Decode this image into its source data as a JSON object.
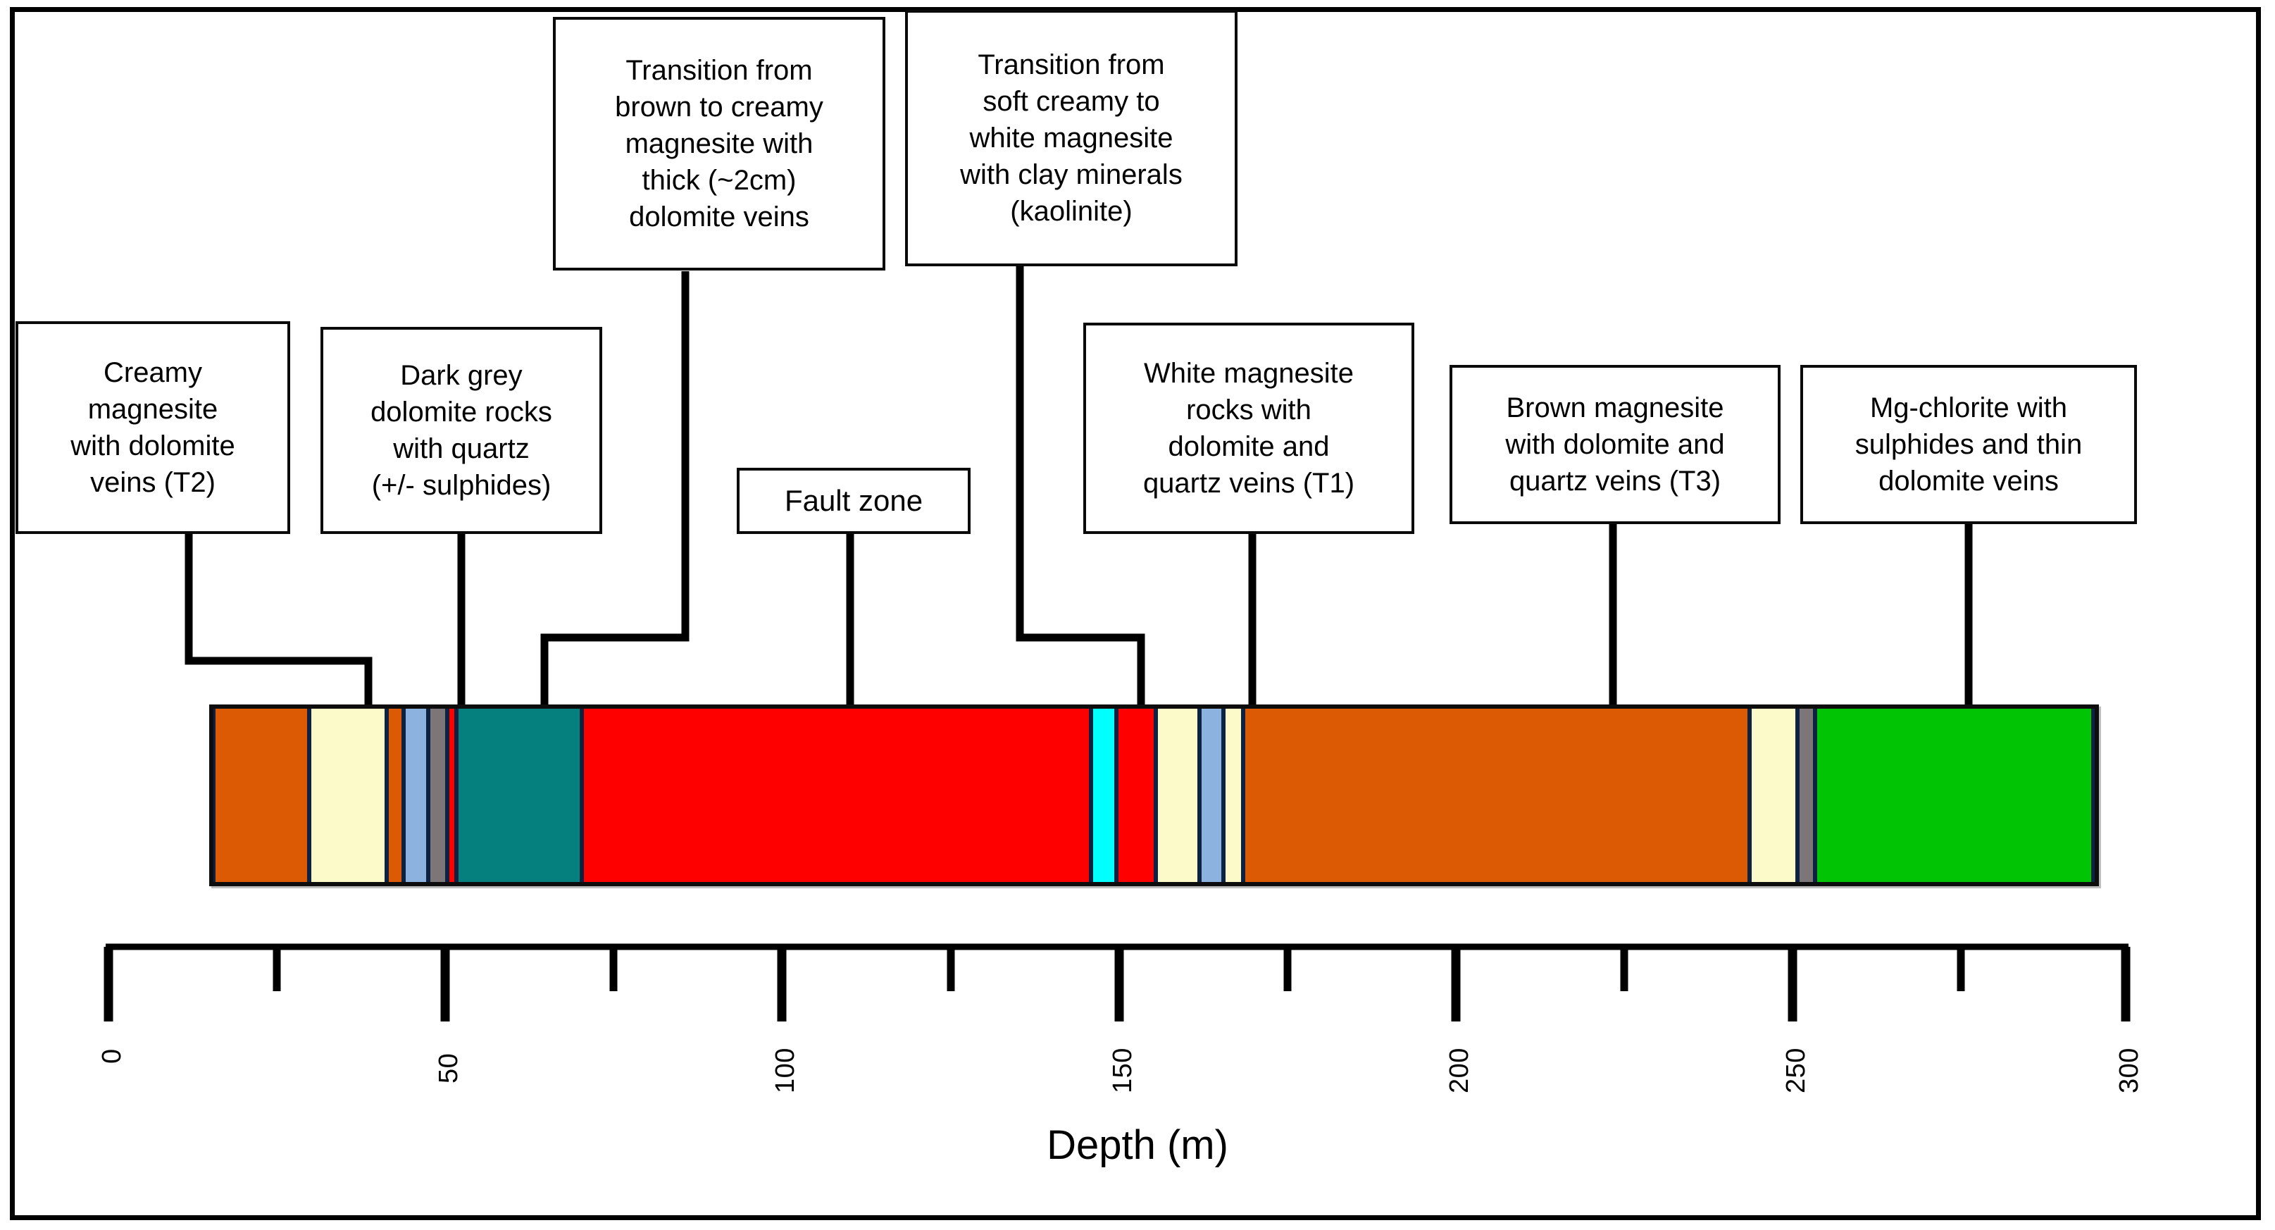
{
  "figure": {
    "axis_title": "Depth (m)"
  },
  "chart_data": {
    "type": "bar",
    "title": "Borehole lithology log",
    "xlabel": "Depth (m)",
    "ylabel": "",
    "xlim": [
      0,
      300
    ],
    "grid": false,
    "legend": "none",
    "axis": {
      "major_ticks": [
        0,
        50,
        100,
        150,
        200,
        250,
        300
      ],
      "major_tick_labels": [
        "0",
        "50",
        "100",
        "150",
        "200",
        "250",
        "300"
      ],
      "minor_ticks": [
        25,
        75,
        125,
        175,
        225,
        275
      ],
      "tick_label_rotation": -90
    },
    "orientation": "horizontal-strip",
    "segments": [
      {
        "name": "brown-magnesite",
        "color": "#DD5A04",
        "start_m": 0.0,
        "end_m": 15.3
      },
      {
        "name": "creamy-magnesite",
        "color": "#FCFAC8",
        "start_m": 15.3,
        "end_m": 27.6
      },
      {
        "name": "brown-magnesite",
        "color": "#DD5A04",
        "start_m": 27.6,
        "end_m": 30.3
      },
      {
        "name": "blue-dolomite",
        "color": "#8CB2E0",
        "start_m": 30.3,
        "end_m": 34.3
      },
      {
        "name": "dark-grey-dolomite",
        "color": "#7C7679",
        "start_m": 34.3,
        "end_m": 37.3
      },
      {
        "name": "fault-zone",
        "color": "#FF0000",
        "start_m": 37.3,
        "end_m": 38.7
      },
      {
        "name": "teal-unit",
        "color": "#06807F",
        "start_m": 38.7,
        "end_m": 58.8
      },
      {
        "name": "fault-zone",
        "color": "#FF0000",
        "start_m": 58.8,
        "end_m": 140.0
      },
      {
        "name": "white-magnesite",
        "color": "#00FFFF",
        "start_m": 140.0,
        "end_m": 144.0
      },
      {
        "name": "fault-zone",
        "color": "#FF0000",
        "start_m": 144.0,
        "end_m": 150.3
      },
      {
        "name": "creamy-magnesite",
        "color": "#FCFAC8",
        "start_m": 150.3,
        "end_m": 157.2
      },
      {
        "name": "blue-dolomite",
        "color": "#8CB2E0",
        "start_m": 157.2,
        "end_m": 161.1
      },
      {
        "name": "creamy-magnesite",
        "color": "#FCFAC8",
        "start_m": 161.1,
        "end_m": 164.2
      },
      {
        "name": "brown-magnesite",
        "color": "#DD5A04",
        "start_m": 164.2,
        "end_m": 245.0
      },
      {
        "name": "creamy-magnesite",
        "color": "#FCFAC8",
        "start_m": 245.0,
        "end_m": 252.6
      },
      {
        "name": "dark-grey-dolomite",
        "color": "#7C7679",
        "start_m": 252.6,
        "end_m": 255.4
      },
      {
        "name": "mg-chlorite",
        "color": "#00C404",
        "start_m": 255.4,
        "end_m": 299.8
      }
    ],
    "annotations": [
      {
        "id": "creamy-t2",
        "text": "Creamy magnesite with dolomite veins (T2)",
        "target_m": 21.0
      },
      {
        "id": "dark-grey",
        "text": "Dark grey dolomite rocks with quartz (+/- sulphides)",
        "target_m": 35.5
      },
      {
        "id": "brown-to-creamy",
        "text": "Transition from brown to creamy magnesite with thick (~2cm) dolomite veins",
        "target_m": 48.0
      },
      {
        "id": "fault-zone",
        "text": "Fault zone",
        "target_m": 100.0
      },
      {
        "id": "soft-to-white",
        "text": "Transition from soft creamy to white magnesite with clay minerals (kaolinite)",
        "target_m": 141.5
      },
      {
        "id": "white-t1",
        "text": "White magnesite rocks with dolomite and quartz veins (T1)",
        "target_m": 159.0
      },
      {
        "id": "brown-t3",
        "text": "Brown magnesite with dolomite and quartz veins (T3)",
        "target_m": 212.0
      },
      {
        "id": "mg-chlorite",
        "text": "Mg-chlorite with sulphides and thin dolomite veins",
        "target_m": 278.0
      }
    ]
  },
  "callouts": {
    "creamy_t2": "Creamy\nmagnesite\nwith dolomite\nveins (T2)",
    "dark_grey": "Dark grey\ndolomite rocks\nwith quartz\n(+/- sulphides)",
    "brown_to_creamy": "Transition from\nbrown to creamy\nmagnesite with\nthick  (~2cm)\ndolomite veins",
    "fault_zone": "Fault zone",
    "soft_to_white": "Transition from\nsoft creamy to\nwhite magnesite\nwith clay minerals\n(kaolinite)",
    "white_t1": "White magnesite\nrocks with\ndolomite and\nquartz veins (T1)",
    "brown_t3": "Brown magnesite\nwith dolomite and\nquartz veins (T3)",
    "mg_chlorite": "Mg-chlorite with\nsulphides and thin\ndolomite veins"
  },
  "axis_tick_labels": {
    "t0": "0",
    "t50": "50",
    "t100": "100",
    "t150": "150",
    "t200": "200",
    "t250": "250",
    "t300": "300"
  }
}
